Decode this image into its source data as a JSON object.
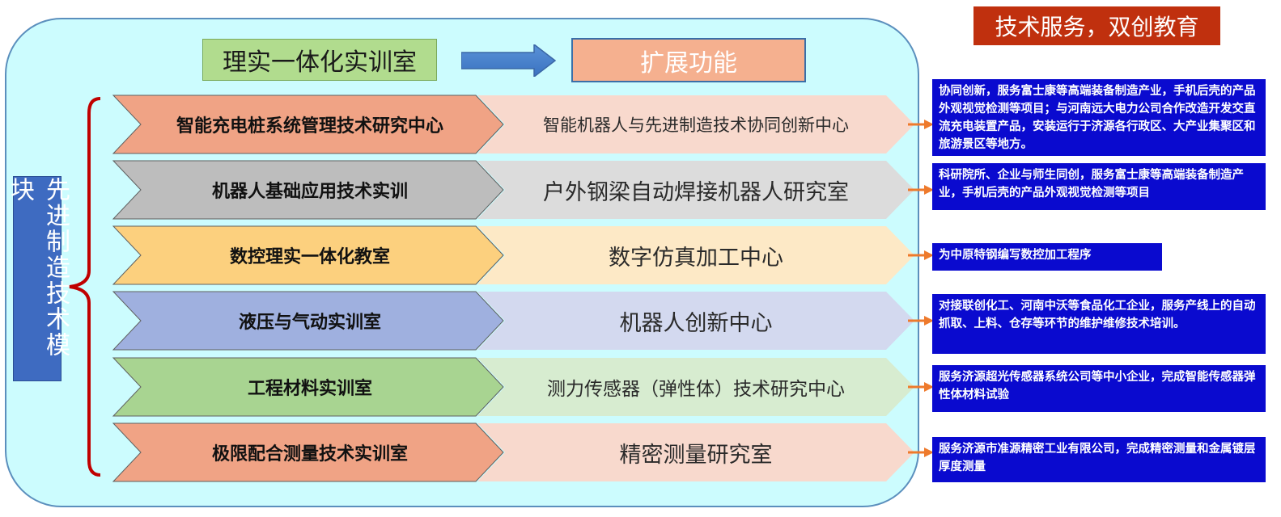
{
  "title": "技术服务，双创教育",
  "header": {
    "left": "理实一体化实训室",
    "right": "扩展功能"
  },
  "module": "先进制造技术模块",
  "rows": [
    {
      "label": "智能充电桩系统管理技术研究中心",
      "extension": "智能机器人与先进制造技术协同创新中心",
      "note": "协同创新，服务富士康等高端装备制造产业，手机后壳的产品外观视觉检测等项目；与河南远大电力公司合作改造开发交直流充电装置产品，安装运行于济源各行政区、大产业集聚区和旅游景区等地方。"
    },
    {
      "label": "机器人基础应用技术实训",
      "extension": "户外钢梁自动焊接机器人研究室",
      "note": "科研院所、企业与师生同创，服务富士康等高端装备制造产业，手机后壳的产品外观视觉检测等项目"
    },
    {
      "label": "数控理实一体化教室",
      "extension": "数字仿真加工中心",
      "note": "为中原特钢编写数控加工程序"
    },
    {
      "label": "液压与气动实训室",
      "extension": "机器人创新中心",
      "note": "对接联创化工、河南中沃等食品化工企业，服务产线上的自动抓取、上料、仓存等环节的维护维修技术培训。"
    },
    {
      "label": "工程材料实训室",
      "extension": "测力传感器（弹性体）技术研究中心",
      "note": "服务济源超光传感器系统公司等中小企业，完成智能传感器弹性体材料试验"
    },
    {
      "label": "极限配合测量技术实训室",
      "extension": "精密测量研究室",
      "note": "服务济源市准源精密工业有限公司，完成精密测量和金属镀层厚度测量"
    }
  ],
  "colors": {
    "rows": [
      "#f0a385",
      "#bdbdbd",
      "#fcd07e",
      "#9fb0df",
      "#a8d491",
      "#f0a385"
    ],
    "extensions": [
      "#f8d9cd",
      "#dcdcdc",
      "#fde9c6",
      "#d3d9ef",
      "#d7ecd0",
      "#f8d9cd"
    ],
    "note_bg": "#0a0acf",
    "connector": "#ee7a2c",
    "brace": "#c00000"
  }
}
